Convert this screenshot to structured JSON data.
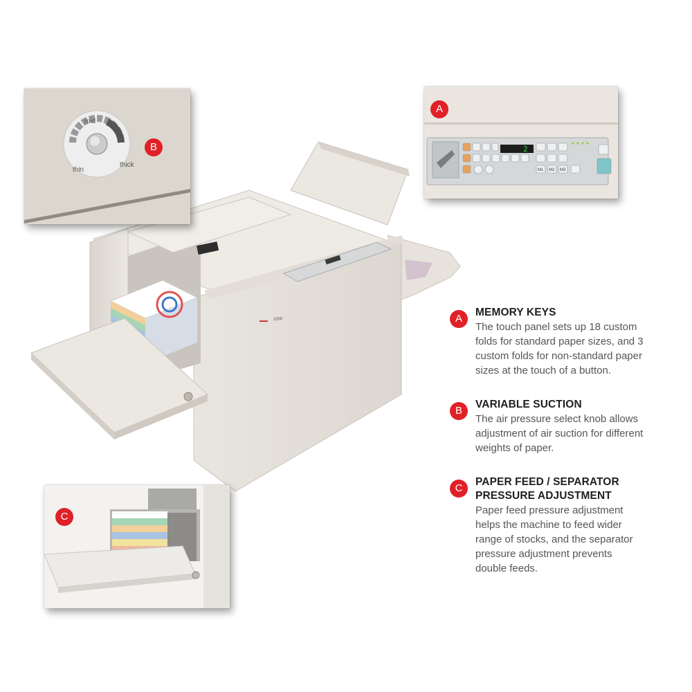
{
  "colors": {
    "badge": "#e02127",
    "heading": "#1f1f1f",
    "body": "#555555",
    "machine": "#e6e1da",
    "panel": "#d6d8da"
  },
  "machine": {
    "model_label": "1000"
  },
  "inset_a": {
    "badge": "A",
    "display_value": "2",
    "memory_keys": [
      "M1",
      "M2",
      "M3"
    ]
  },
  "inset_b": {
    "badge": "B",
    "dial": {
      "mid_label": "mid",
      "thin_label": "thin",
      "thick_label": "thick"
    }
  },
  "inset_c": {
    "badge": "C"
  },
  "features": [
    {
      "badge": "A",
      "title_lines": [
        "MEMORY KEYS"
      ],
      "body_lines": [
        "The touch panel sets up 18 custom",
        "folds for standard paper sizes, and 3",
        "custom folds for non-standard paper",
        "sizes at the touch of a button."
      ]
    },
    {
      "badge": "B",
      "title_lines": [
        "VARIABLE SUCTION"
      ],
      "body_lines": [
        "The air pressure select knob allows",
        "adjustment of air suction for different",
        "weights of paper."
      ]
    },
    {
      "badge": "C",
      "title_lines": [
        "PAPER FEED / SEPARATOR",
        "PRESSURE ADJUSTMENT"
      ],
      "body_lines": [
        "Paper feed pressure adjustment",
        "helps the machine to feed wider",
        "range of stocks, and the separator",
        "pressure adjustment prevents",
        "double feeds."
      ]
    }
  ]
}
